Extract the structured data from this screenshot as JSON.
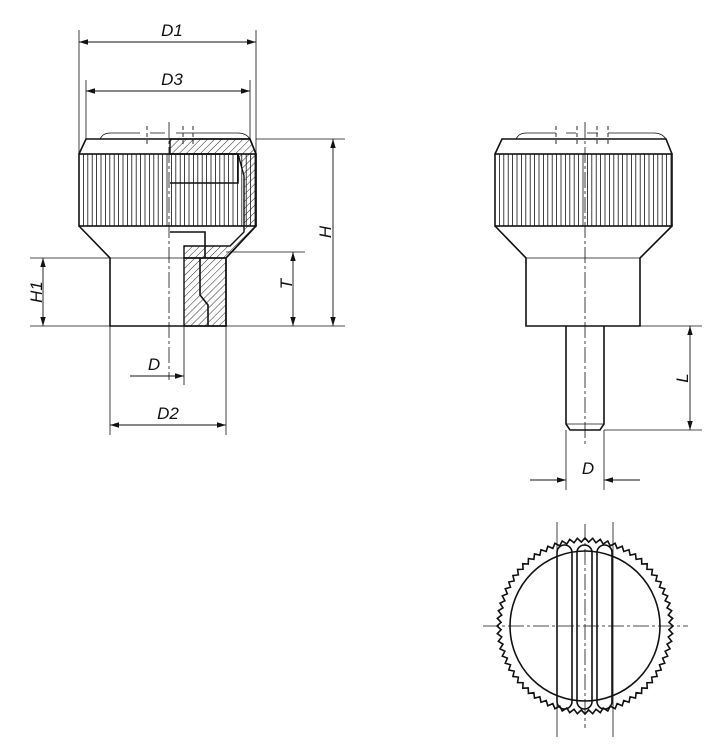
{
  "labels": {
    "d1": "D1",
    "d3": "D3",
    "h": "H",
    "h1": "H1",
    "t": "T",
    "d_left": "D",
    "d2": "D2",
    "l": "L",
    "d_right": "D"
  }
}
